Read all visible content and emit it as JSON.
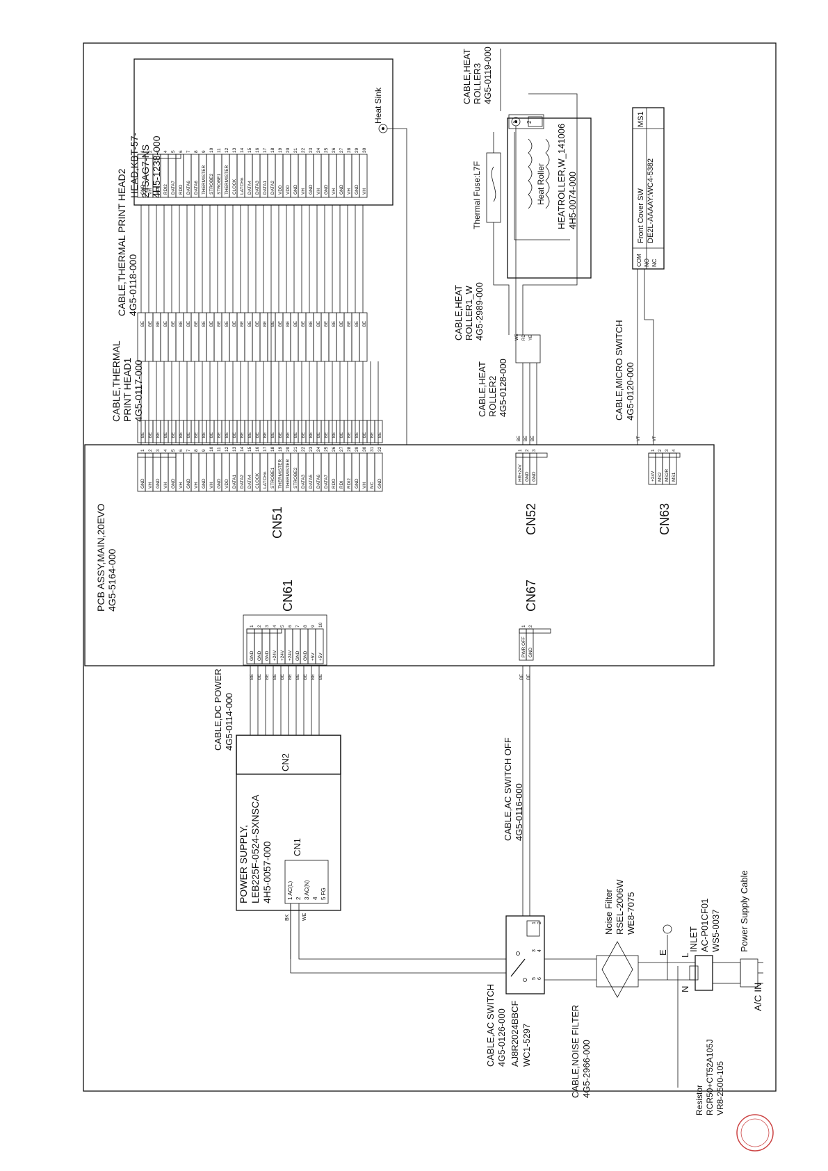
{
  "labels": {
    "pcb": [
      "PCB ASSY,MAIN,20EVO",
      "4G5-5164-000"
    ],
    "cable_tph1": [
      "CABLE,THERMAL",
      "PRINT HEAD1",
      "4G5-0117-000"
    ],
    "cable_tph2": [
      "CABLE,THERMAL PRINT HEAD2",
      "4G5-0118-000"
    ],
    "head": [
      "HEAD,KBT-57-",
      "24SAG7-NS",
      "4H5-1238-000"
    ],
    "heat_sink": "Heat Sink",
    "cable_hr3": [
      "CABLE,HEAT",
      "ROLLER3",
      "4G5-0119-000"
    ],
    "cable_hr1": [
      "CABLE,HEAT",
      "ROLLER1_W",
      "4G5-2989-000"
    ],
    "cable_hr2": [
      "CABLE,HEAT",
      "ROLLER2",
      "4G5-0128-000"
    ],
    "thermal_fuse": "Thermal Fuse:L7F",
    "heat_roller": "Heat Roller",
    "heatroller_part": [
      "HEATROLLER,W_141006",
      "4H5-0074-000"
    ],
    "front_cover": [
      "Front Cover SW",
      "DE2L-AAAAY:WC4-5382"
    ],
    "ms1": "MS1",
    "cable_micro": [
      "CABLE,MICRO SWITCH",
      "4G5-0120-000"
    ],
    "cn51": "CN51",
    "cn52": "CN52",
    "cn63": "CN63",
    "cn61": "CN61",
    "cn67": "CN67",
    "cable_dc": [
      "CABLE,DC POWER",
      "4G5-0114-000"
    ],
    "cn2": "CN2",
    "power_supply": [
      "POWER SUPPLY,",
      "LEB225F-0524-SXNSCA",
      "4H5-0057-000"
    ],
    "cn1": "CN1",
    "cable_acsw_off": [
      "CABLE,AC SWITCH OFF",
      "4G5-0116-000"
    ],
    "cable_acsw": [
      "CABLE,AC SWITCH",
      "4G5-0126-000"
    ],
    "switch": [
      "AJ8R2024BBCF",
      "WC1-5297"
    ],
    "cable_noise": [
      "CABLE,NOISE FILTER",
      "4G5-2966-000"
    ],
    "noise_filter": [
      "Noise Filter",
      "RSEL-2006W",
      "WE8-7075"
    ],
    "inlet": [
      "INLET",
      "AC-P01CF01",
      "WS5-0037"
    ],
    "psu_cable": "Power Supply Cable",
    "ac_in": "A/C IN",
    "resistor": [
      "Resistor",
      "RCR50+CT52A105J",
      "VR8-2500-105"
    ],
    "e_mark": "E",
    "l_mark": "L",
    "n_mark": "N"
  },
  "cn51_signals": [
    "GND",
    "VH",
    "GND",
    "VH",
    "GND",
    "VH",
    "GND",
    "VH",
    "GND",
    "VH",
    "GND",
    "VDD",
    "DATA1",
    "DATA2",
    "DATA4",
    "CLOCK",
    "LATCHn",
    "STROBE1",
    "THERMISTER",
    "THERMISTER",
    "STROBE2",
    "DATA3",
    "DATA5",
    "DATA6",
    "DATA7",
    "RDO",
    "RDI",
    "RDI2",
    "GND",
    "VH",
    "NC",
    "GND"
  ],
  "head_signals": [
    "GND",
    "VH",
    "RDI",
    "RDI2",
    "DATA7",
    "RDO",
    "DATA6",
    "DATA6",
    "THERMISTER",
    "STROBE2",
    "STROBE1",
    "THERMISTER",
    "CLOCK",
    "LATCHn",
    "DATA4",
    "DATA3",
    "DATA1",
    "DATA2",
    "VDD",
    "VDD",
    "GND",
    "VH",
    "GND",
    "VH",
    "GND",
    "VH",
    "GND",
    "VH",
    "GND",
    "VH"
  ],
  "cn52_signals": [
    "HR+24V",
    "GND",
    "GND"
  ],
  "cn63_signals": [
    "+24V",
    "MS2",
    "MS2R",
    "MS1"
  ],
  "ms1_pins": [
    "COM",
    "NO",
    "NC"
  ],
  "cn61_signals": [
    "GND",
    "GND",
    "GND",
    "+24V",
    "+24V",
    "+24V",
    "GND",
    "GND",
    "+5V",
    "+5V"
  ],
  "cn67_signals": [
    "PWR OFF",
    "GND"
  ],
  "cn1_pins": [
    "1 AC(L)",
    "2",
    "3 AC(N)",
    "4",
    "5 FG"
  ],
  "wire_colors": {
    "be": "BE",
    "bk": "BK",
    "we": "WE",
    "vt": "VT",
    "rd": "RD",
    "ye": "YE"
  },
  "heat_roller_pins": [
    "1",
    "2"
  ],
  "switch_pins": [
    "1",
    "2",
    "3",
    "4",
    "5",
    "6"
  ]
}
